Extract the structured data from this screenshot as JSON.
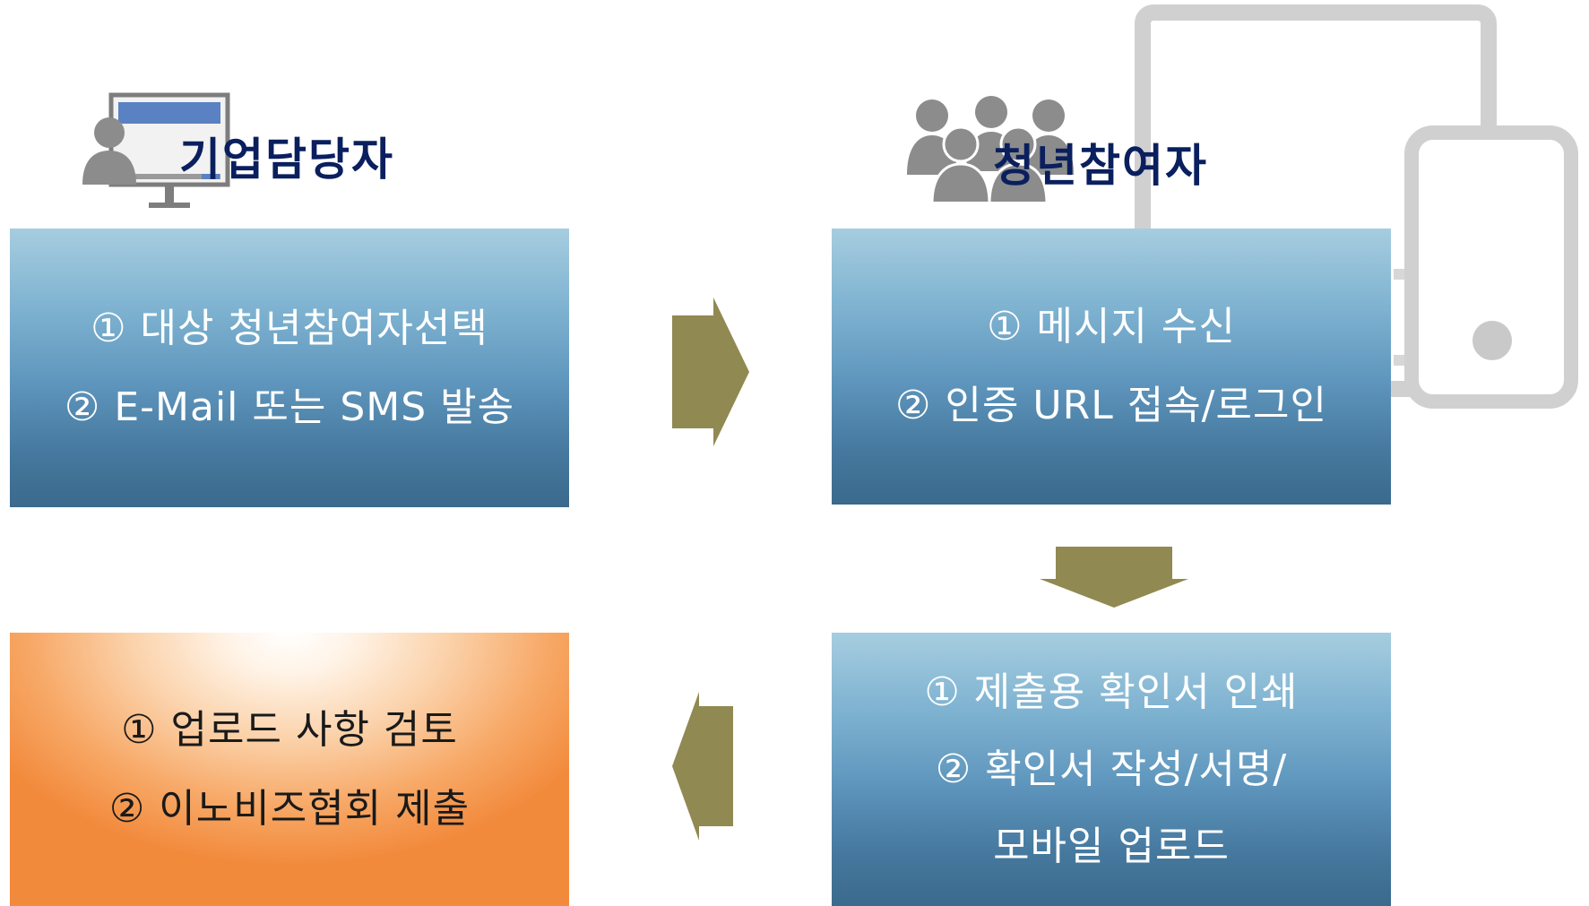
{
  "headings": {
    "company": "기업담당자",
    "youth": "청년참여자"
  },
  "boxes": {
    "company_step": {
      "line1": "① 대상 청년참여자선택",
      "line2": "② E-Mail 또는 SMS 발송"
    },
    "youth_step1": {
      "line1": "① 메시지 수신",
      "line2": "② 인증 URL 접속/로그인"
    },
    "youth_step2": {
      "line1": "① 제출용 확인서 인쇄",
      "line2": "② 확인서 작성/서명/",
      "line3": "모바일 업로드"
    },
    "review_step": {
      "line1": "① 업로드 사항 검토",
      "line2": "② 이노비즈협회 제출"
    }
  },
  "colors": {
    "arrow": "#918952",
    "heading_text": "#0a1f5e",
    "icon_gray": "#8c8c8c",
    "device_outline": "#d0d0d0",
    "box_blue_top": "#a6cde0",
    "box_blue_bottom": "#3a6a8c",
    "box_orange_edge": "#f28a3c"
  },
  "icons": [
    "monitor-person-icon",
    "user-group-icon",
    "tablet-phone-icon"
  ]
}
